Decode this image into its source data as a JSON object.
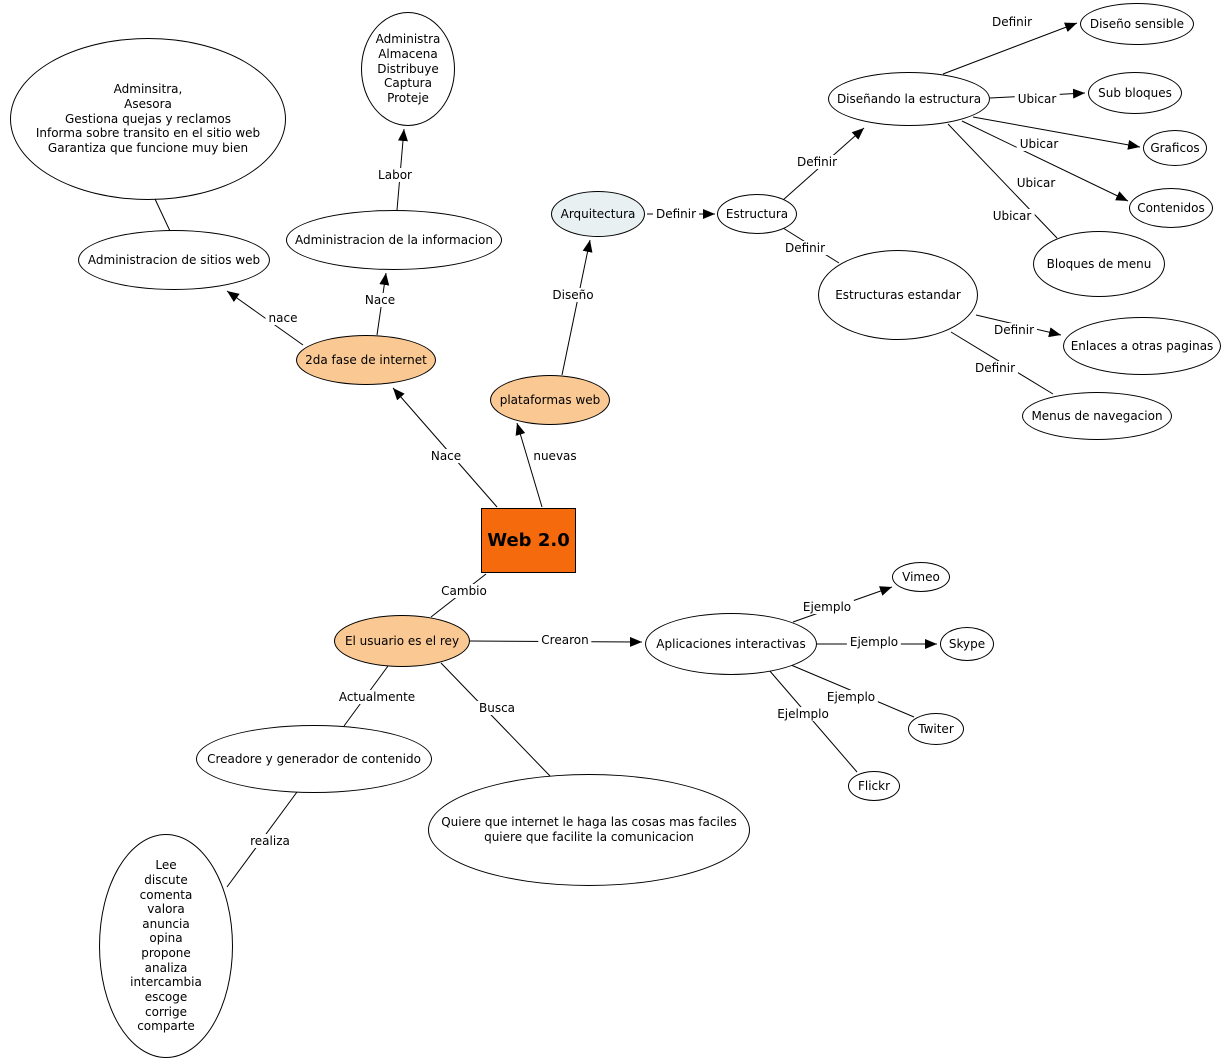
{
  "colors": {
    "background": "#FFFFFF",
    "node_fill_default": "#FFFFFF",
    "node_fill_orange": "#F9C893",
    "node_fill_blue": "#E8F0F2",
    "web20_fill": "#F56A0C",
    "stroke": "#000000"
  },
  "nodes": {
    "admin_tasks": {
      "text": "Adminsitra,\nAsesora\nGestiona quejas y reclamos\nInforma sobre transito en el sitio web\nGarantiza que funcione muy bien"
    },
    "info_tasks": {
      "text": "Administra\nAlmacena\nDistribuye\nCaptura\nProteje"
    },
    "admin_sitios": {
      "text": "Administracion de sitios web"
    },
    "admin_informacion": {
      "text": "Administracion de la informacion"
    },
    "fase2": {
      "text": "2da fase de internet"
    },
    "plataformas": {
      "text": "plataformas web"
    },
    "arquitectura": {
      "text": "Arquitectura"
    },
    "estructura": {
      "text": "Estructura"
    },
    "disenando": {
      "text": "Diseñando la estructura"
    },
    "diseno_sensible": {
      "text": "Diseño sensible"
    },
    "sub_bloques": {
      "text": "Sub bloques"
    },
    "graficos": {
      "text": "Graficos"
    },
    "contenidos": {
      "text": "Contenidos"
    },
    "bloques_menu": {
      "text": "Bloques de menu"
    },
    "estructuras_estandar": {
      "text": "Estructuras estandar"
    },
    "enlaces": {
      "text": "Enlaces a otras paginas"
    },
    "menus_nav": {
      "text": "Menus de navegacion"
    },
    "web20": {
      "text": "Web 2.0"
    },
    "usuario": {
      "text": "El usuario es el rey"
    },
    "aplicaciones": {
      "text": "Aplicaciones interactivas"
    },
    "vimeo": {
      "text": "Vimeo"
    },
    "skype": {
      "text": "Skype"
    },
    "twiter": {
      "text": "Twiter"
    },
    "flickr": {
      "text": "Flickr"
    },
    "creadore": {
      "text": "Creadore y generador de contenido"
    },
    "user_actions": {
      "text": "Lee\ndiscute\ncomenta\nvalora\nanuncia\nopina\npropone\nanaliza\nintercambia\nescoge\ncorrige\ncomparte"
    },
    "quiere": {
      "text": "Quiere que internet le haga las cosas mas faciles\nquiere que facilite la comunicacion"
    }
  },
  "labels": {
    "labor": "Labor",
    "nace_info": "Nace",
    "nace_sitios": "nace",
    "nace_fase": "Nace",
    "nuevas": "nuevas",
    "diseno": "Diseño",
    "definir_arq": "Definir",
    "definir_disenando": "Definir",
    "definir_estandar": "Definir",
    "definir_sensible": "Definir",
    "ubicar_sub": "Ubicar",
    "ubicar_graficos": "Ubicar",
    "ubicar_contenidos": "Ubicar",
    "ubicar_bloques": "Ubicar",
    "definir_enlaces": "Definir",
    "definir_menus": "Definir",
    "cambio": "Cambio",
    "crearon": "Crearon",
    "actualmente": "Actualmente",
    "busca": "Busca",
    "ejemplo_vimeo": "Ejemplo",
    "ejemplo_skype": "Ejemplo",
    "ejemplo_twiter": "Ejemplo",
    "ejelmplo_flickr": "Ejelmplo",
    "realiza": "realiza"
  }
}
